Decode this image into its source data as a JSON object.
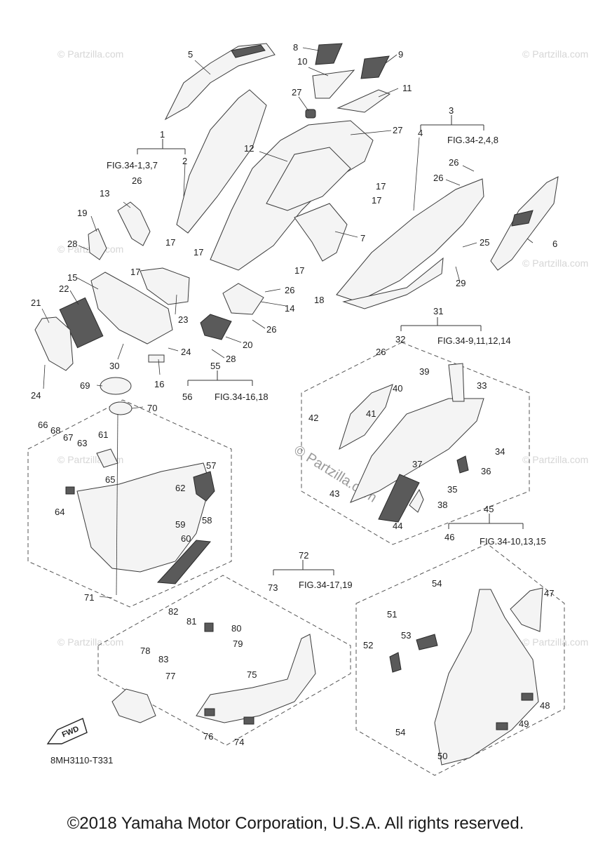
{
  "diagram_code": "8MH3110-T331",
  "fwd_label": "FWD",
  "footer": "©2018 Yamaha Motor Corporation, U.S.A. All rights reserved.",
  "watermark_small": "© Partzilla.com",
  "watermark_large": "© Partzilla.com",
  "figure_refs": {
    "g1": "FIG.34-1,3,7",
    "g3": "FIG.34-2,4,8",
    "g31": "FIG.34-9,11,12,14",
    "g45": "FIG.34-10,13,15",
    "g55": "FIG.34-16,18",
    "g72": "FIG.34-17,19"
  },
  "callouts": {
    "c1": "1",
    "c2": "2",
    "c3": "3",
    "c4": "4",
    "c5": "5",
    "c6": "6",
    "c7": "7",
    "c8": "8",
    "c9": "9",
    "c10": "10",
    "c11": "11",
    "c12": "12",
    "c13": "13",
    "c14": "14",
    "c15": "15",
    "c16": "16",
    "c17a": "17",
    "c17b": "17",
    "c17c": "17",
    "c17d": "17",
    "c17e": "17",
    "c17f": "17",
    "c18": "18",
    "c19": "19",
    "c20": "20",
    "c21": "21",
    "c22": "22",
    "c23": "23",
    "c24a": "24",
    "c24b": "24",
    "c25": "25",
    "c26a": "26",
    "c26b": "26",
    "c26c": "26",
    "c26d": "26",
    "c26e": "26",
    "c26f": "26",
    "c27a": "27",
    "c27b": "27",
    "c28a": "28",
    "c28b": "28",
    "c29": "29",
    "c30": "30",
    "c31": "31",
    "c32": "32",
    "c33": "33",
    "c34": "34",
    "c35": "35",
    "c36": "36",
    "c37": "37",
    "c38": "38",
    "c39": "39",
    "c40": "40",
    "c41": "41",
    "c42": "42",
    "c43": "43",
    "c44": "44",
    "c45": "45",
    "c46": "46",
    "c47": "47",
    "c48": "48",
    "c49": "49",
    "c50": "50",
    "c51": "51",
    "c52": "52",
    "c53": "53",
    "c54a": "54",
    "c54b": "54",
    "c55": "55",
    "c56": "56",
    "c57": "57",
    "c58": "58",
    "c59": "59",
    "c60": "60",
    "c61": "61",
    "c62": "62",
    "c63": "63",
    "c64": "64",
    "c65": "65",
    "c66": "66",
    "c67": "67",
    "c68": "68",
    "c69": "69",
    "c70": "70",
    "c71": "71",
    "c72": "72",
    "c73": "73",
    "c74": "74",
    "c75": "75",
    "c76": "76",
    "c77": "77",
    "c78": "78",
    "c79": "79",
    "c80": "80",
    "c81": "81",
    "c82": "82",
    "c83": "83"
  }
}
